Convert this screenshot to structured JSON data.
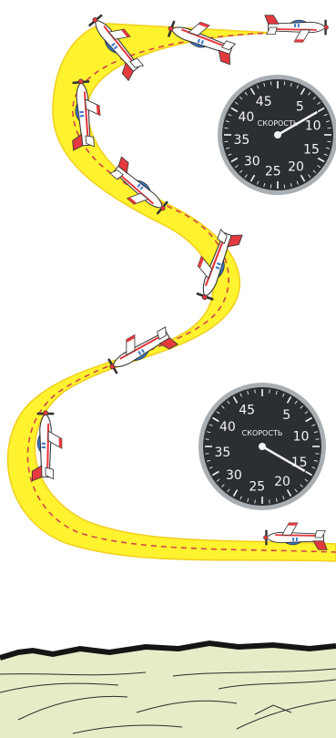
{
  "colors": {
    "ribbon": "#fff22e",
    "ribbon_edge": "#f2cf1d",
    "trail": "#d2454b",
    "plane_body": "#ffffff",
    "plane_red": "#e53a3f",
    "plane_blue": "#3a78c8",
    "gauge_face": "#2b2f33",
    "gauge_rim": "#a9aeb3",
    "ground": "#e6ecc7",
    "ground_line": "#2b2b2b",
    "horizon": "#151515"
  },
  "gauge_top": {
    "label": "СКОРОСТЬ",
    "ticks": [
      "45",
      "5",
      "10",
      "15",
      "20",
      "25",
      "30",
      "35",
      "40"
    ],
    "reading": 8
  },
  "gauge_bottom": {
    "label": "СКОРОСТЬ",
    "ticks": [
      "45",
      "5",
      "10",
      "15",
      "20",
      "25",
      "30",
      "35",
      "40"
    ],
    "reading": 16
  }
}
